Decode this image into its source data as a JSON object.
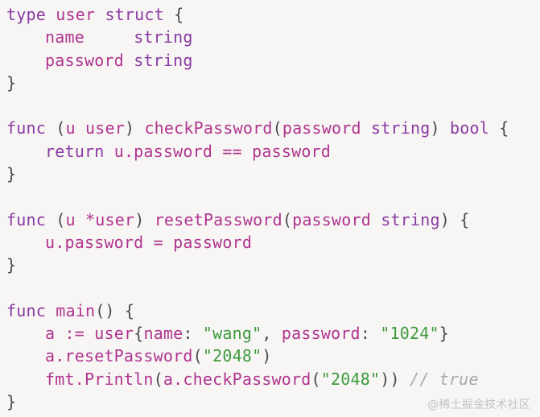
{
  "code": {
    "l1": {
      "kw_type": "type",
      "name": "user",
      "kw_struct": "struct",
      "brace": "{"
    },
    "l2": {
      "field": "name",
      "pad": "     ",
      "ftype": "string"
    },
    "l3": {
      "field": "password",
      "ftype": "string"
    },
    "l4": {
      "brace": "}"
    },
    "l6": {
      "kw_func": "func",
      "recv_open": "(",
      "recv_var": "u",
      "recv_type": "user",
      "recv_close": ")",
      "fname": "checkPassword",
      "param_open": "(",
      "param": "password",
      "ptype": "string",
      "param_close": ")",
      "rtype": "bool",
      "brace": "{"
    },
    "l7": {
      "kw_return": "return",
      "expr_left": "u.password",
      "op": "==",
      "expr_right": "password"
    },
    "l8": {
      "brace": "}"
    },
    "l10": {
      "kw_func": "func",
      "recv_open": "(",
      "recv_var": "u",
      "recv_type": "*user",
      "recv_close": ")",
      "fname": "resetPassword",
      "param_open": "(",
      "param": "password",
      "ptype": "string",
      "param_close": ")",
      "brace": "{"
    },
    "l11": {
      "left": "u.password",
      "op": "=",
      "right": "password"
    },
    "l12": {
      "brace": "}"
    },
    "l14": {
      "kw_func": "func",
      "fname": "main",
      "parens": "()",
      "brace": "{"
    },
    "l15": {
      "var": "a",
      "op": ":=",
      "type": "user",
      "open": "{",
      "k1": "name",
      "colon1": ":",
      "v1": "\"wang\"",
      "comma": ",",
      "k2": "password",
      "colon2": ":",
      "v2": "\"1024\"",
      "close": "}"
    },
    "l16": {
      "call": "a.resetPassword",
      "open": "(",
      "arg": "\"2048\"",
      "close": ")"
    },
    "l17": {
      "pkg_call": "fmt.Println",
      "open": "(",
      "inner": "a.checkPassword",
      "open2": "(",
      "arg": "\"2048\"",
      "close2": "))",
      "comment": "// true"
    },
    "l18": {
      "brace": "}"
    }
  },
  "watermark": "@稀土掘金技术社区",
  "colors": {
    "background": "#f7f6f4",
    "keyword": "#8a3aa3",
    "identifier": "#b0348f",
    "string": "#3e9a3e",
    "comment": "#a9a9a9",
    "text": "#4a4a4a"
  }
}
